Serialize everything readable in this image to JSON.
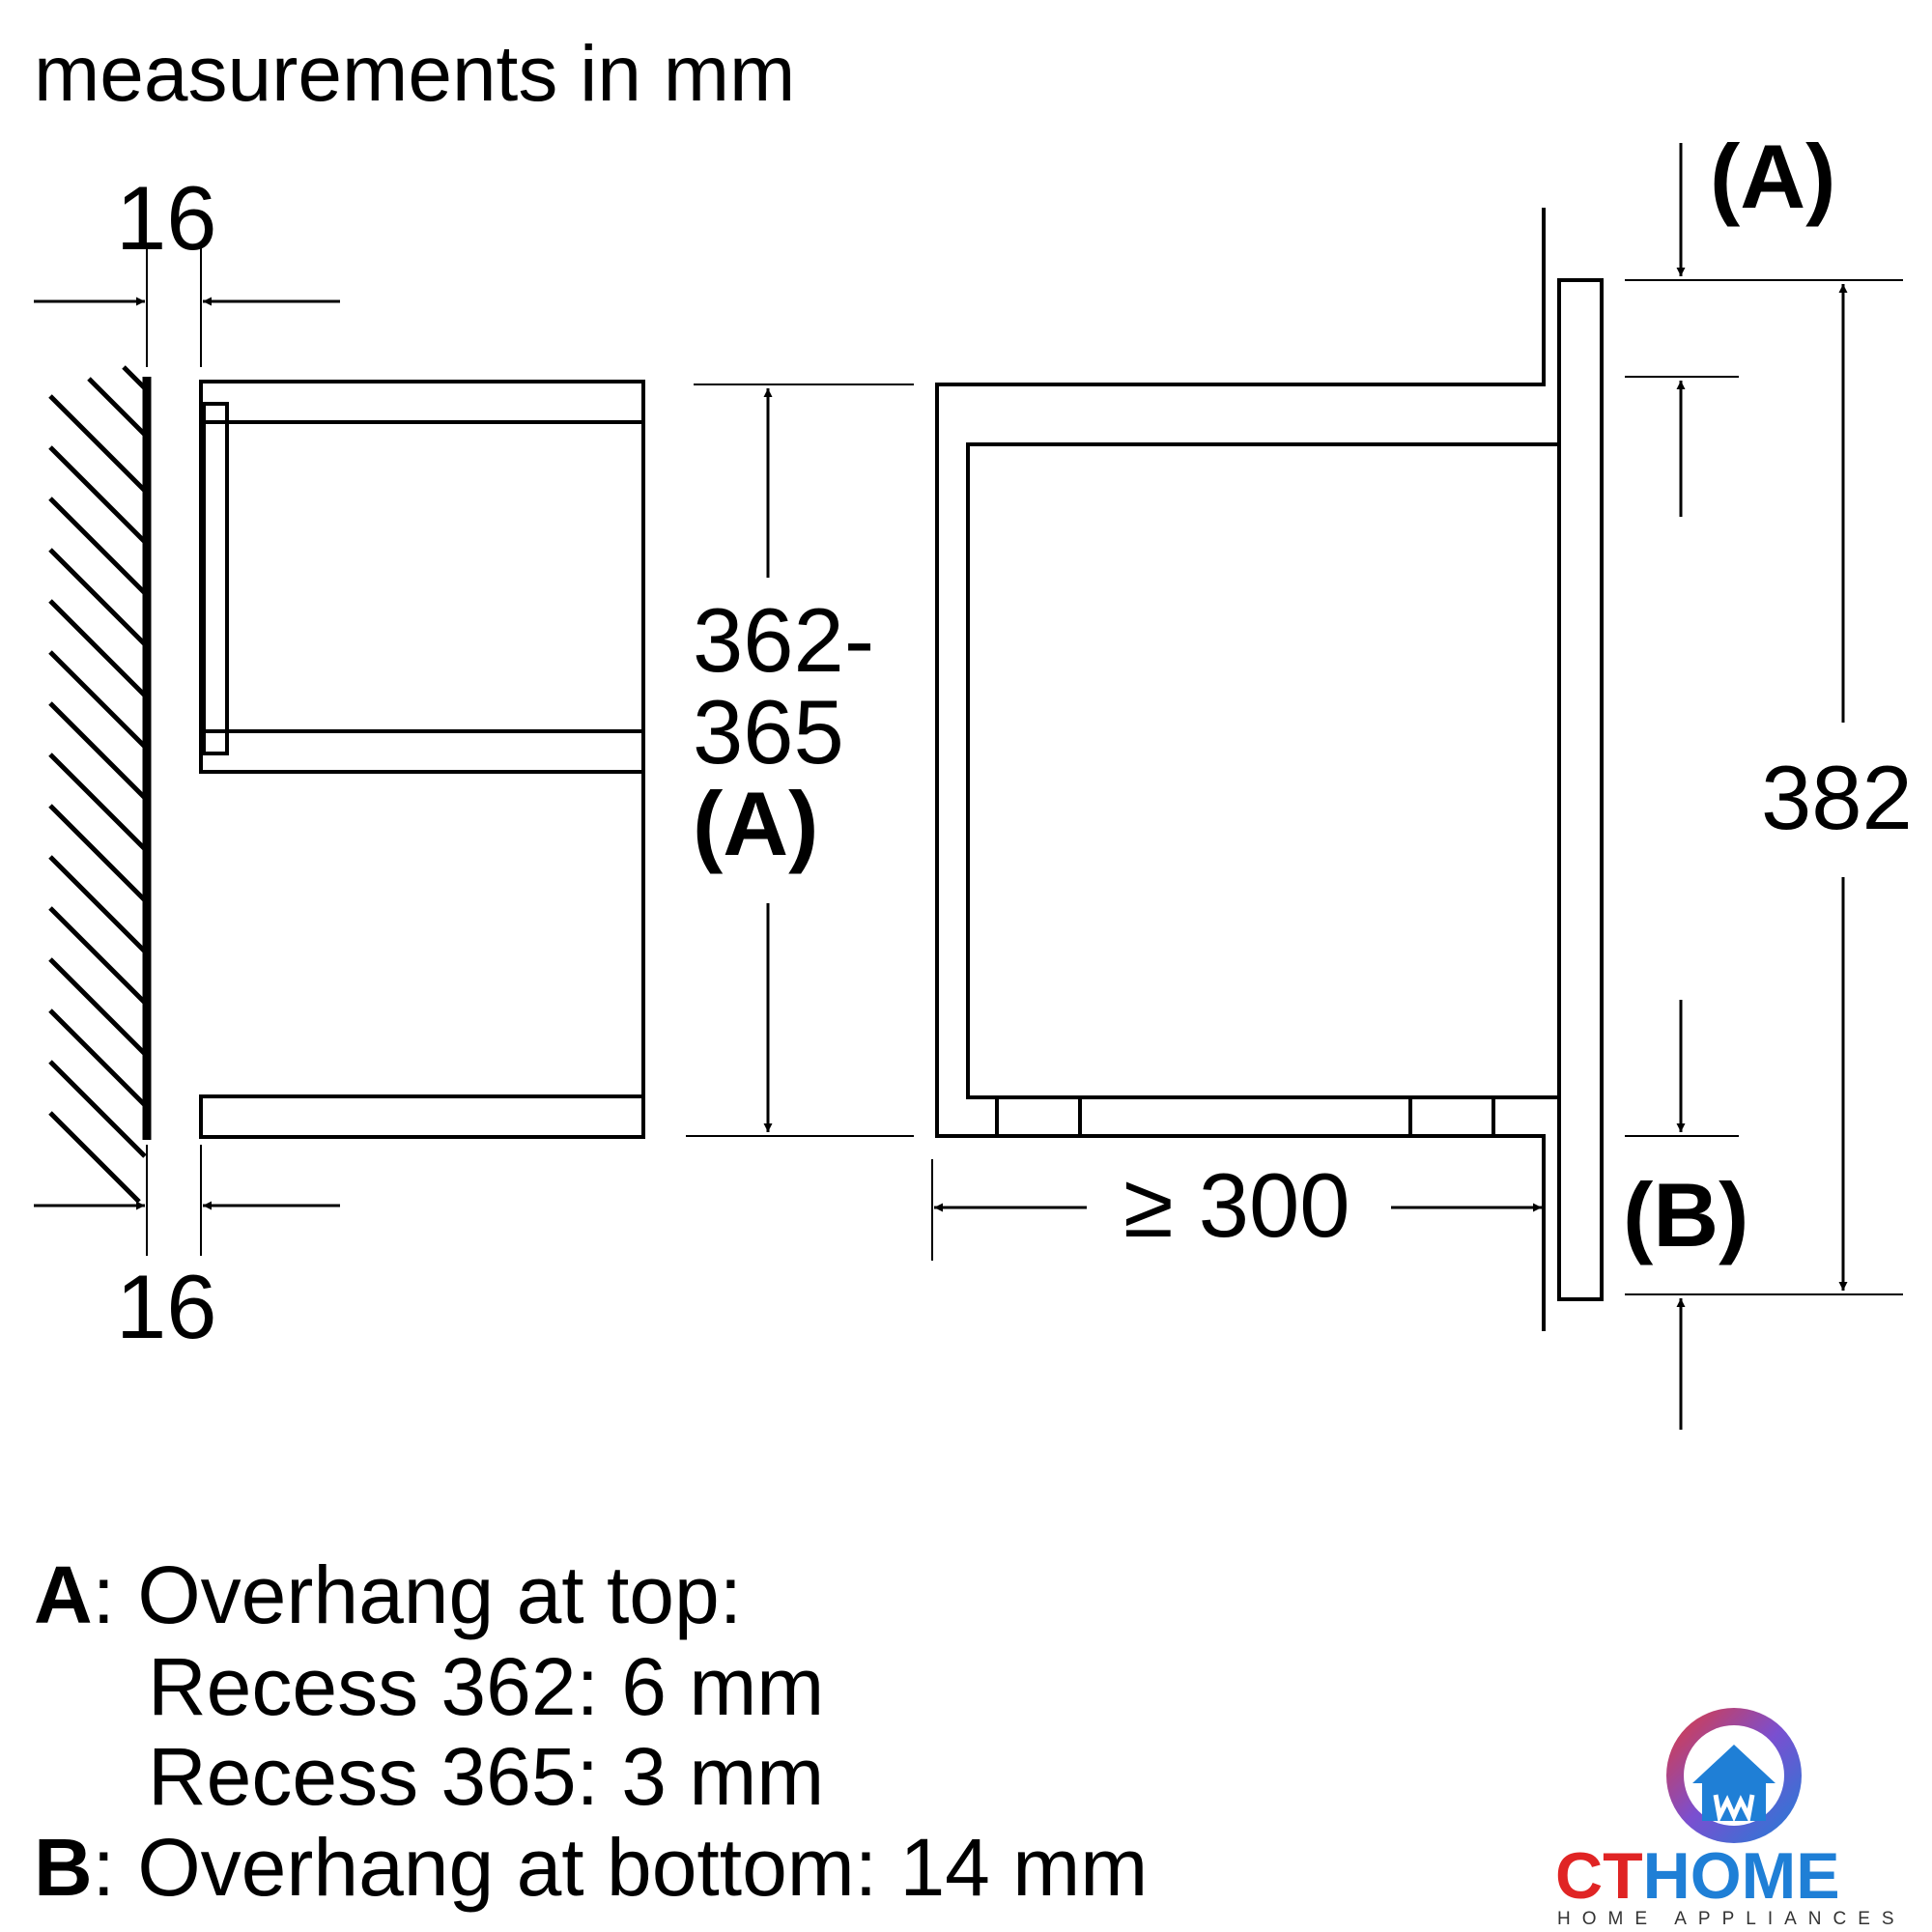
{
  "header": {
    "title": "measurements in mm"
  },
  "left_view": {
    "top_dim": "16",
    "bottom_dim": "16"
  },
  "middle_dim": {
    "line1": "362-",
    "line2": "365",
    "line3": "(A)"
  },
  "side_view": {
    "depth_dim": "≥ 300",
    "marker_top": "(A)",
    "marker_bottom": "(B)",
    "height_dim": "382"
  },
  "legend": {
    "a_key": "A",
    "a_text": ": Overhang at top:",
    "a_line2": "Recess 362: 6 mm",
    "a_line3": "Recess 365: 3 mm",
    "b_key": "B",
    "b_text": ": Overhang at bottom: 14 mm"
  },
  "logo": {
    "brand_part1": "CT",
    "brand_part2": "HOME",
    "tagline": "HOME APPLIANCES",
    "colors": {
      "red": "#e02424",
      "blue": "#1f7fd6"
    }
  }
}
